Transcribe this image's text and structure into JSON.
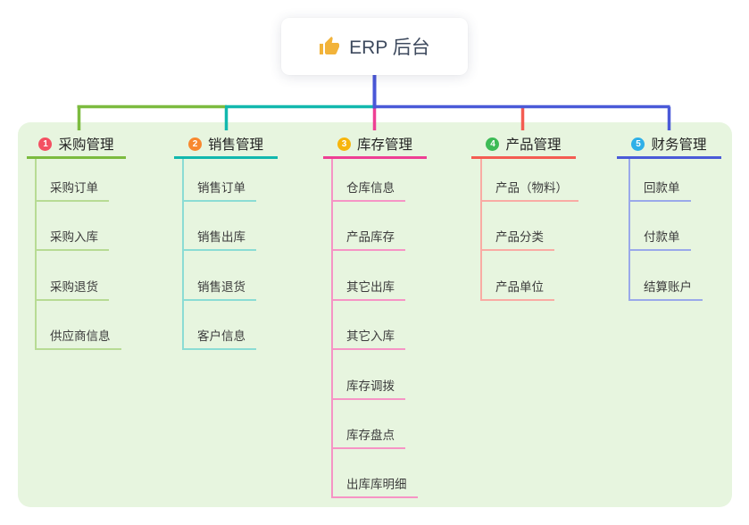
{
  "root": {
    "icon": "thumbs-up-icon",
    "label": "ERP 后台"
  },
  "connectors": {
    "root_drop_color": "#4a57d8"
  },
  "canvas": {
    "background": "#ffffff",
    "panel_background": "#e7f5df"
  },
  "branches": [
    {
      "badge": "1",
      "badge_color": "#f45062",
      "color": "#7cbb3f",
      "light_color": "#b7db94",
      "label": "采购管理",
      "children": [
        "采购订单",
        "采购入库",
        "采购退货",
        "供应商信息"
      ]
    },
    {
      "badge": "2",
      "badge_color": "#f8882f",
      "color": "#12b8ae",
      "light_color": "#8bdcd4",
      "label": "销售管理",
      "children": [
        "销售订单",
        "销售出库",
        "销售退货",
        "客户信息"
      ]
    },
    {
      "badge": "3",
      "badge_color": "#f7b50c",
      "color": "#ee3f94",
      "light_color": "#f694c5",
      "label": "库存管理",
      "children": [
        "仓库信息",
        "产品库存",
        "其它出库",
        "其它入库",
        "库存调拨",
        "库存盘点",
        "出库库明细"
      ]
    },
    {
      "badge": "4",
      "badge_color": "#3dbb56",
      "color": "#f45c52",
      "light_color": "#f9aba4",
      "label": "产品管理",
      "children": [
        "产品（物料）",
        "产品分类",
        "产品单位"
      ]
    },
    {
      "badge": "5",
      "badge_color": "#2fb0e8",
      "color": "#4a5ad8",
      "light_color": "#9aa9ea",
      "label": "财务管理",
      "children": [
        "回款单",
        "付款单",
        "结算账户"
      ]
    }
  ]
}
